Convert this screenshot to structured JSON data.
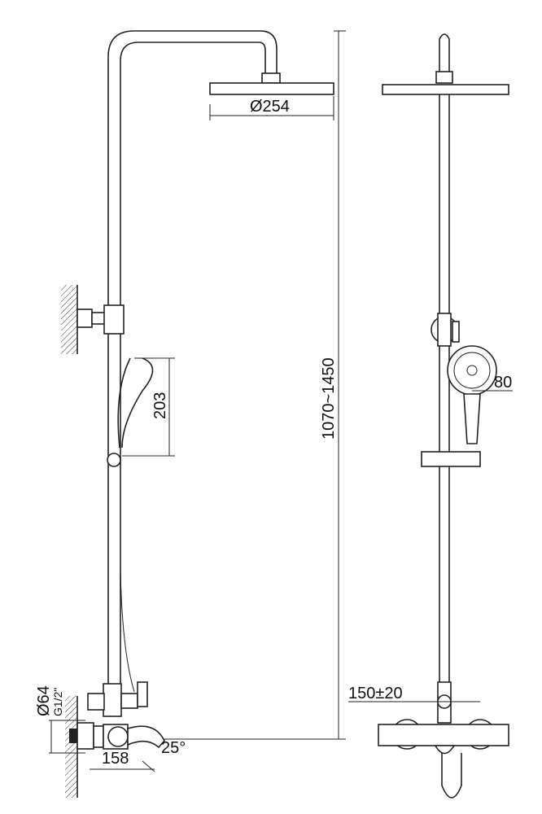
{
  "dimensions": {
    "head_diameter": "Ø254",
    "total_height": "1070~1450",
    "hand_shower_length": "203",
    "hand_shower_diameter": "80",
    "inlet_diameter": "Ø64",
    "inlet_thread": "G1/2\"",
    "spout_reach": "158",
    "spout_angle": "25°",
    "inlet_spacing": "150±20"
  }
}
